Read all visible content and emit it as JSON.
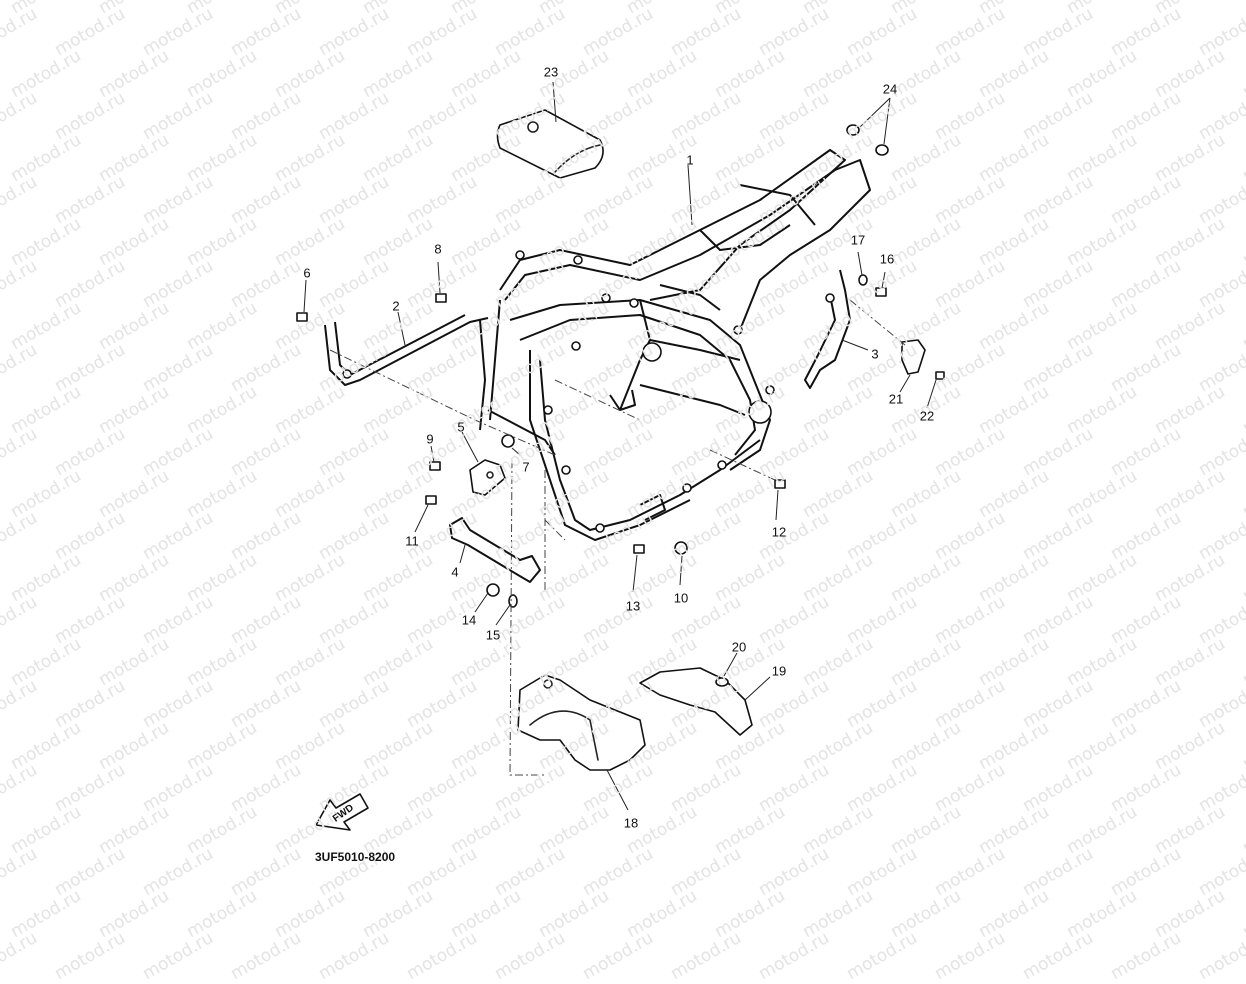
{
  "diagram_code": "3UF5010-8200",
  "fwd_label": "FWD",
  "watermark": "motod.ru",
  "callouts": {
    "c1": "1",
    "c2": "2",
    "c3": "3",
    "c4": "4",
    "c5": "5",
    "c6": "6",
    "c7": "7",
    "c8": "8",
    "c9": "9",
    "c10": "10",
    "c11": "11",
    "c12": "12",
    "c13": "13",
    "c14": "14",
    "c15": "15",
    "c16": "16",
    "c17": "17",
    "c18": "18",
    "c19": "19",
    "c20": "20",
    "c21": "21",
    "c22": "22",
    "c23": "23",
    "c24": "24"
  }
}
